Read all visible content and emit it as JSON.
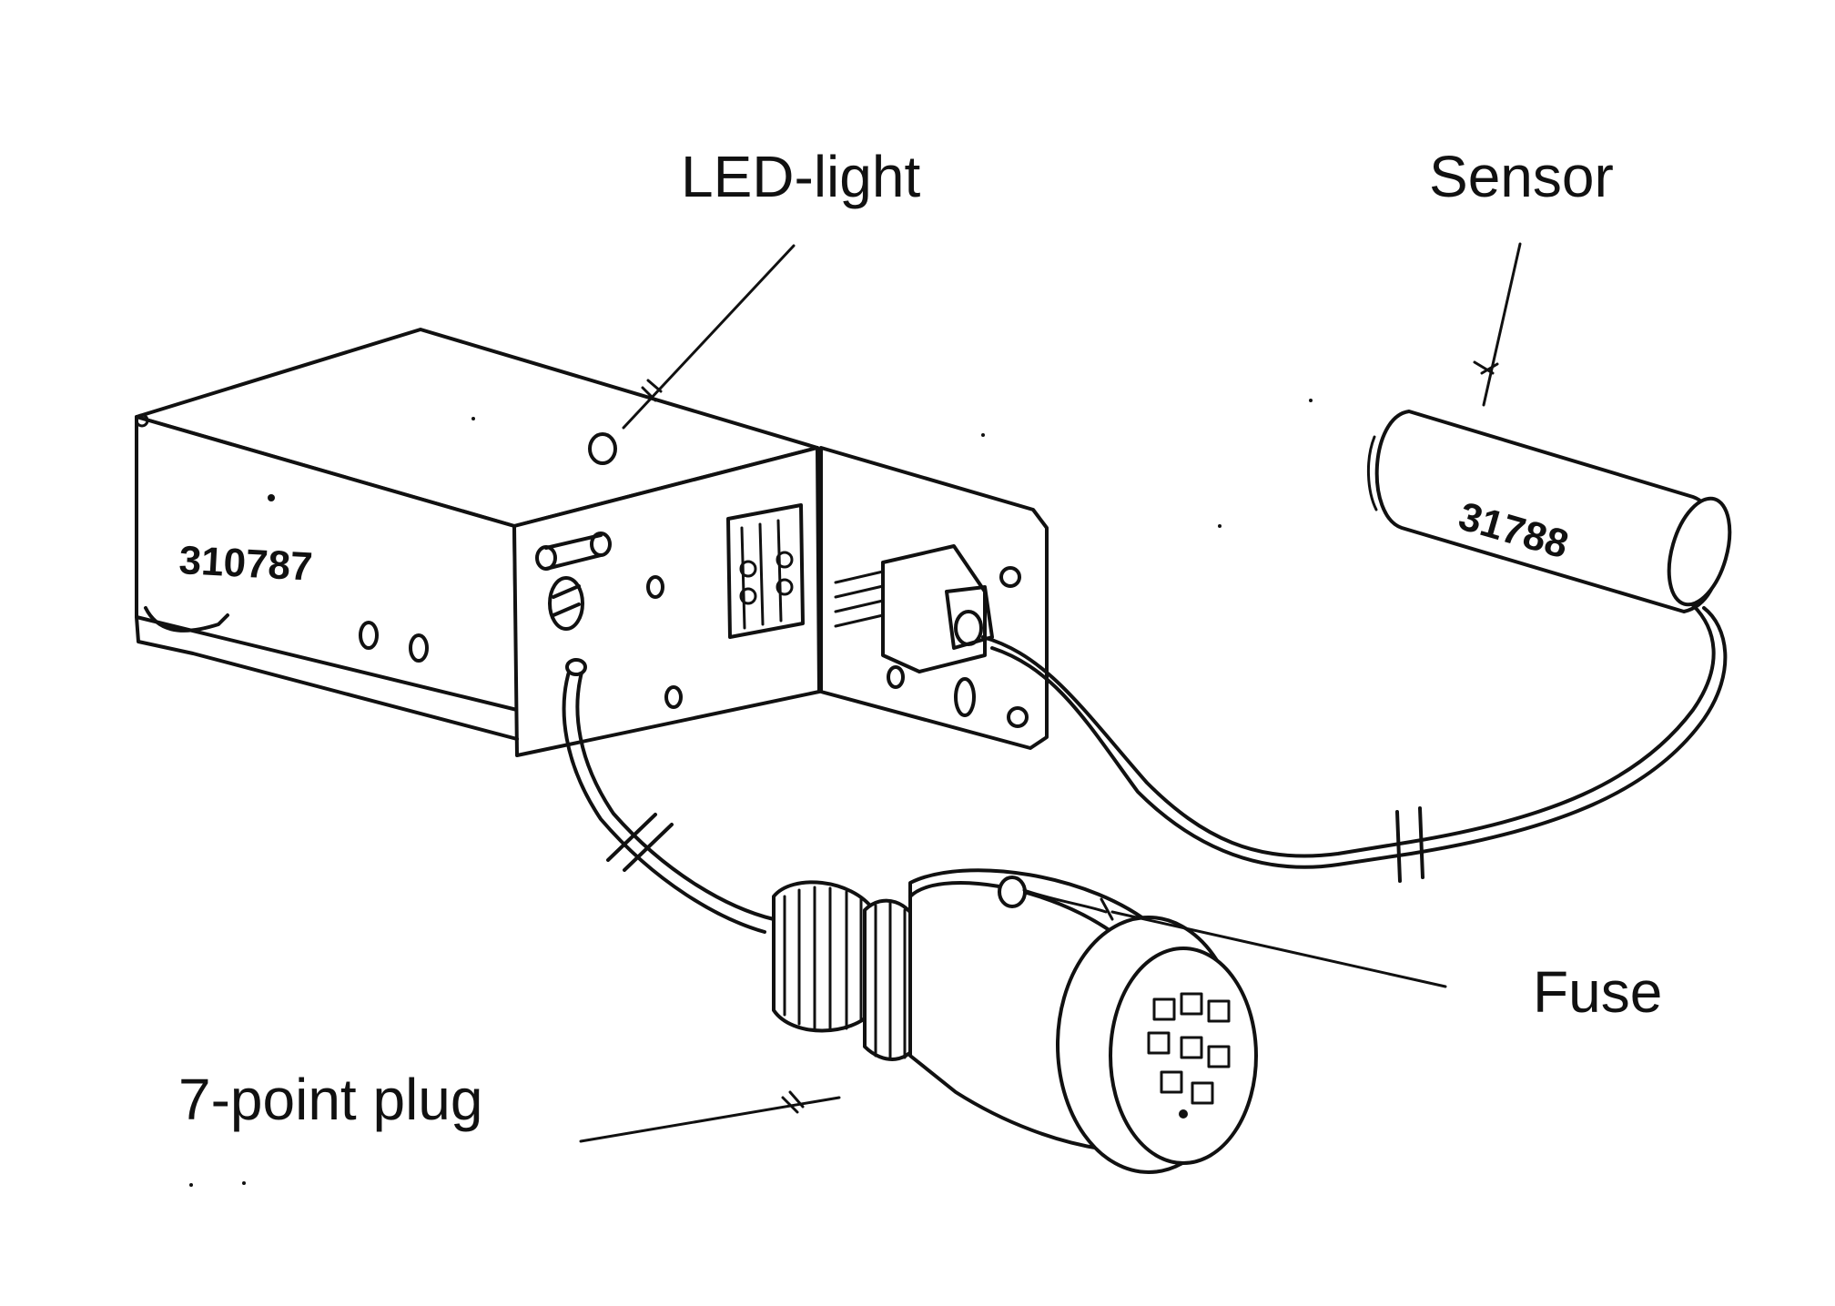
{
  "labels": {
    "led_light": "LED-light",
    "sensor": "Sensor",
    "fuse": "Fuse",
    "plug": "7-point plug"
  },
  "part_numbers": {
    "control_box": "310787",
    "sensor": "31788"
  },
  "colors": {
    "ink": "#111111",
    "background": "#ffffff"
  }
}
